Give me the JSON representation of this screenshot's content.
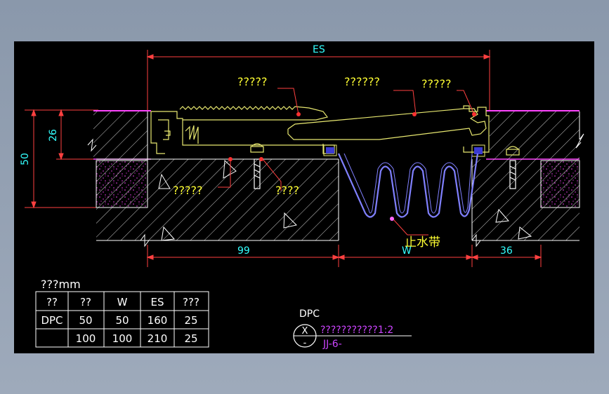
{
  "colors": {
    "background": "#000000",
    "dimension": "#ff4040",
    "label_yellow": "#ffff33",
    "dim_text": "#33ffff",
    "structure": "#ffffff",
    "hatch": "#ff44ff",
    "profile": "#e8e870",
    "waterstop": "#7070ff",
    "pink_text": "#cc44ff"
  },
  "dims": {
    "es": "ES",
    "d26": "26",
    "d50": "50",
    "d99": "99",
    "w": "W",
    "d36": "36"
  },
  "callouts": {
    "top_left": "?????",
    "top_mid": "??????",
    "top_right": "?????",
    "bottom_left": "?????",
    "bottom_mid": "????",
    "waterstop": "止水带"
  },
  "table": {
    "title": "???mm",
    "headers": [
      "??",
      "??",
      "W",
      "ES",
      "???"
    ],
    "rows": [
      [
        "DPC",
        "50",
        "50",
        "160",
        "25"
      ],
      [
        "",
        "100",
        "100",
        "210",
        "25"
      ]
    ]
  },
  "title_block": {
    "code": "DPC",
    "symbol": "X",
    "symbol_sub": "-",
    "description": "???????????1:2",
    "ref": "JJ-6-"
  }
}
